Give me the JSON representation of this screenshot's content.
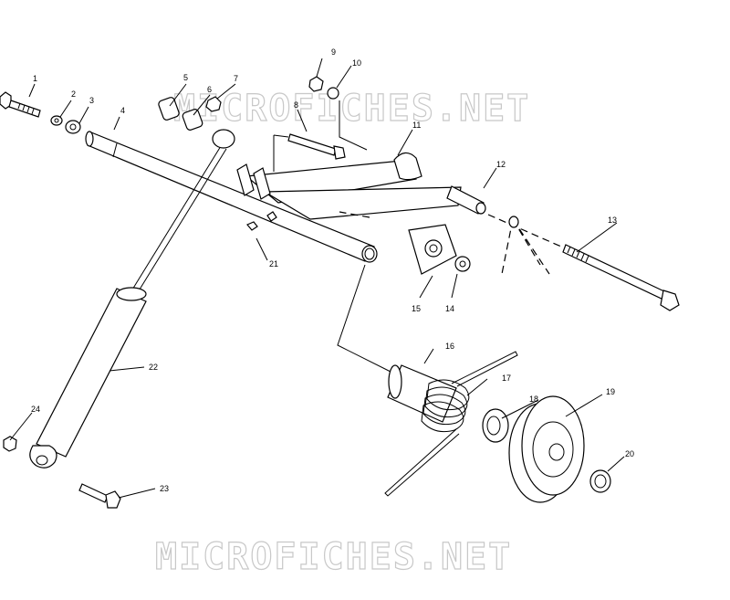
{
  "watermark": {
    "text": "MICROFICHES.NET"
  },
  "callouts": [
    "1",
    "2",
    "3",
    "4",
    "5",
    "6",
    "7",
    "8",
    "9",
    "10",
    "11",
    "12",
    "13",
    "14",
    "15",
    "16",
    "17",
    "18",
    "19",
    "20",
    "21",
    "22",
    "23",
    "24"
  ]
}
